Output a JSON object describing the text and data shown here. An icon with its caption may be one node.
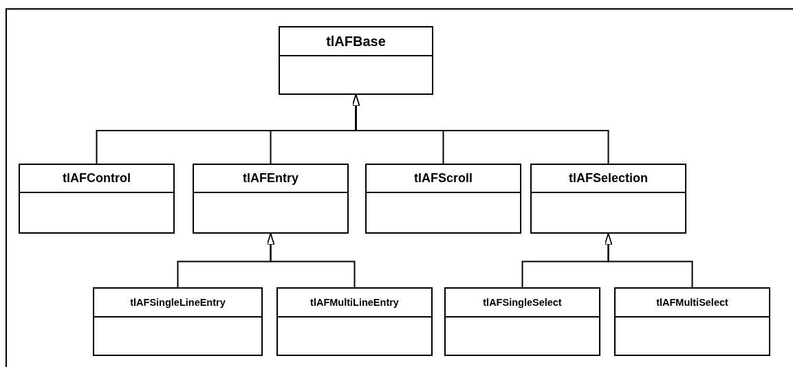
{
  "diagram": {
    "nodes": [
      {
        "text": [
          "tlAFBase"
        ]
      },
      {
        "text": [
          "tlAFControl"
        ]
      },
      {
        "text": [
          "tlAFEntry"
        ]
      },
      {
        "text": [
          "tlAFScroll"
        ]
      },
      {
        "text": [
          "tlAFSelection"
        ]
      },
      {
        "text": [
          "tlAFSingleLineEntry"
        ]
      },
      {
        "text": [
          "tlAFMultiLineEntry"
        ]
      },
      {
        "text": [
          "tlAFSingleSelect"
        ]
      },
      {
        "text": [
          "tlAFMultiSelect"
        ]
      }
    ],
    "edges": [
      {
        "from": 1,
        "to": 0,
        "arrow": "to"
      },
      {
        "from": 2,
        "to": 0,
        "arrow": "to"
      },
      {
        "from": 3,
        "to": 0,
        "arrow": "to"
      },
      {
        "from": 4,
        "to": 0,
        "arrow": "to"
      },
      {
        "from": 5,
        "to": 2,
        "arrow": "to"
      },
      {
        "from": 6,
        "to": 2,
        "arrow": "to"
      },
      {
        "from": 7,
        "to": 4,
        "arrow": "to"
      },
      {
        "from": 8,
        "to": 4,
        "arrow": "to"
      }
    ]
  }
}
